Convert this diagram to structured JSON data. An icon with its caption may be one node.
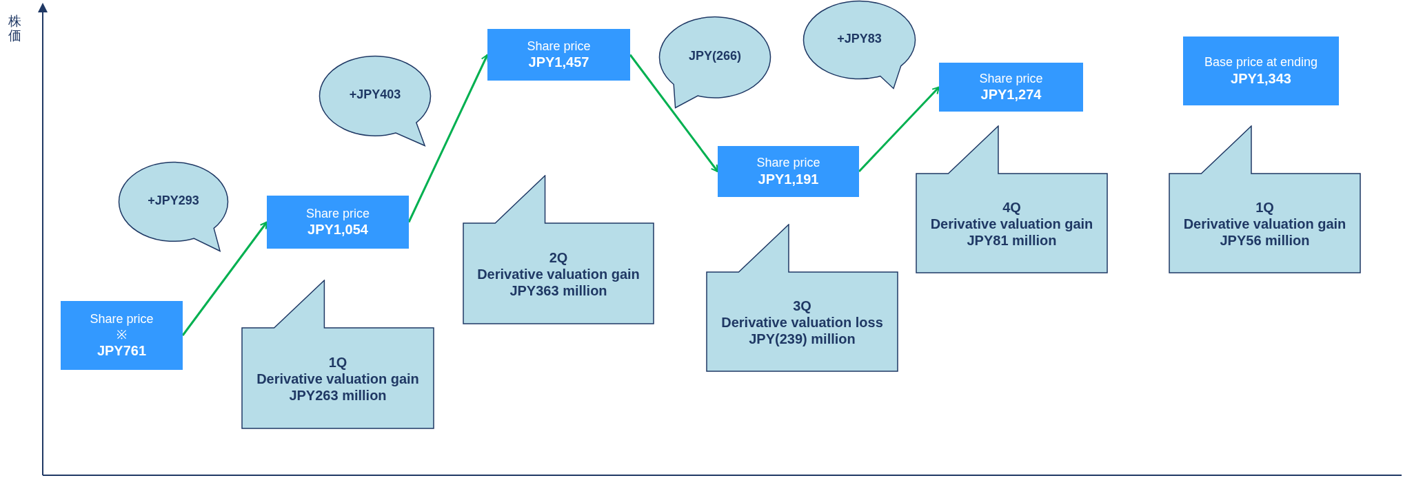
{
  "diagram": {
    "nodes": [
      {
        "text": [
          "Share price",
          "※",
          "JPY761"
        ]
      },
      {
        "text": [
          "+JPY293"
        ]
      },
      {
        "text": [
          "Share price",
          "JPY1,054"
        ]
      },
      {
        "text": [
          "+JPY403"
        ]
      },
      {
        "text": [
          "1Q",
          "Derivative valuation gain",
          "JPY263 million"
        ]
      },
      {
        "text": [
          "Share price",
          "JPY1,457"
        ]
      },
      {
        "text": [
          "2Q",
          "Derivative valuation gain",
          "JPY363 million"
        ]
      },
      {
        "text": [
          "JPY(266)"
        ]
      },
      {
        "text": [
          "Share price",
          "JPY1,191"
        ]
      },
      {
        "text": [
          "3Q",
          "Derivative valuation loss",
          "JPY(239) million"
        ]
      },
      {
        "text": [
          "+JPY83"
        ]
      },
      {
        "text": [
          "Share price",
          "JPY1,274"
        ]
      },
      {
        "text": [
          "4Q",
          "Derivative valuation gain",
          "JPY81 million"
        ]
      },
      {
        "text": [
          "Base price at ending",
          "JPY1,343"
        ]
      },
      {
        "text": [
          "1Q",
          "Derivative valuation gain",
          "JPY56 million"
        ]
      }
    ],
    "edges": [
      {
        "from": 0,
        "to": 2,
        "arrow": "to"
      },
      {
        "from": 2,
        "to": 5,
        "arrow": "to"
      },
      {
        "from": 5,
        "to": 8,
        "arrow": "to"
      },
      {
        "from": 8,
        "to": 11,
        "arrow": "to"
      }
    ],
    "labels": [
      "株価"
    ]
  }
}
